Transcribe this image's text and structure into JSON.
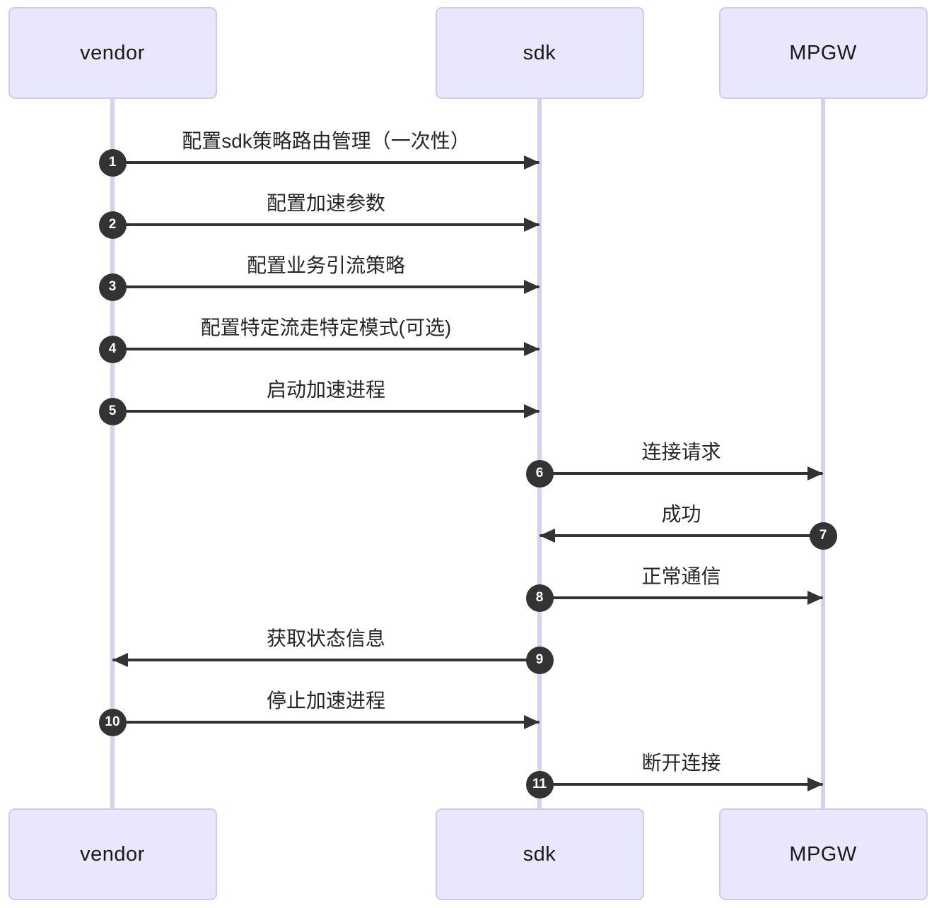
{
  "diagram": {
    "type": "sequence",
    "actors": [
      {
        "id": "vendor",
        "label": "vendor"
      },
      {
        "id": "sdk",
        "label": "sdk"
      },
      {
        "id": "mpgw",
        "label": "MPGW"
      }
    ],
    "messages": [
      {
        "num": "1",
        "label": "配置sdk策略路由管理（一次性）",
        "from": "vendor",
        "to": "sdk"
      },
      {
        "num": "2",
        "label": "配置加速参数",
        "from": "vendor",
        "to": "sdk"
      },
      {
        "num": "3",
        "label": "配置业务引流策略",
        "from": "vendor",
        "to": "sdk"
      },
      {
        "num": "4",
        "label": "配置特定流走特定模式(可选)",
        "from": "vendor",
        "to": "sdk"
      },
      {
        "num": "5",
        "label": "启动加速进程",
        "from": "vendor",
        "to": "sdk"
      },
      {
        "num": "6",
        "label": "连接请求",
        "from": "sdk",
        "to": "mpgw"
      },
      {
        "num": "7",
        "label": "成功",
        "from": "mpgw",
        "to": "sdk"
      },
      {
        "num": "8",
        "label": "正常通信",
        "from": "sdk",
        "to": "mpgw"
      },
      {
        "num": "9",
        "label": "获取状态信息",
        "from": "sdk",
        "to": "vendor"
      },
      {
        "num": "10",
        "label": "停止加速进程",
        "from": "vendor",
        "to": "sdk"
      },
      {
        "num": "11",
        "label": "断开连接",
        "from": "sdk",
        "to": "mpgw"
      }
    ],
    "colors": {
      "actor_fill": "#E9E7FB",
      "actor_border": "#D2C9EC",
      "lifeline": "#D9D0F0",
      "arrow": "#333333",
      "number_bg": "#333333",
      "number_text": "#FFFFFF",
      "text": "#262626",
      "background": "#FFFFFF"
    }
  }
}
